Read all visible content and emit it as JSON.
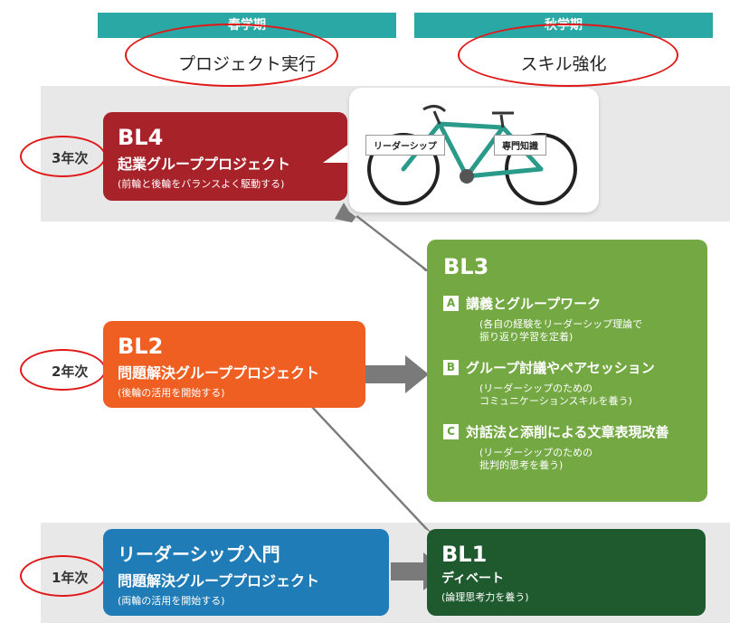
{
  "header": {
    "spring_term": "春学期",
    "autumn_term": "秋学期",
    "spring_subtitle": "プロジェクト実行",
    "autumn_subtitle": "スキル強化"
  },
  "years": {
    "y3": "3年次",
    "y2": "2年次",
    "y1": "1年次"
  },
  "bl4": {
    "title": "BL4",
    "name": "起業グループプロジェクト",
    "desc": "(前輪と後輪をバランスよく駆動する)"
  },
  "bike": {
    "front_label": "リーダーシップ",
    "rear_label": "専門知識"
  },
  "bl3": {
    "title": "BL3",
    "items": [
      {
        "badge": "A",
        "heading": "講義とグループワーク",
        "detail1": "(各自の経験をリーダーシップ理論で",
        "detail2": "振り返り学習を定着)"
      },
      {
        "badge": "B",
        "heading": "グループ討議やペアセッション",
        "detail1": "(リーダーシップのための",
        "detail2": "コミュニケーションスキルを養う)"
      },
      {
        "badge": "C",
        "heading": "対話法と添削による文章表現改善",
        "detail1": "(リーダーシップのための",
        "detail2": "批判的思考を養う)"
      }
    ]
  },
  "bl2": {
    "title": "BL2",
    "name": "問題解決グループプロジェクト",
    "desc": "(後輪の活用を開始する)"
  },
  "intro": {
    "title": "リーダーシップ入門",
    "name": "問題解決グループプロジェクト",
    "desc": "(両輪の活用を開始する)"
  },
  "bl1": {
    "title": "BL1",
    "name": "ディベート",
    "desc": "(論理思考力を養う)"
  },
  "colors": {
    "header": "#2aa8a5",
    "bl4": "#a8222a",
    "bl2": "#ef5f22",
    "bl3": "#74a843",
    "intro": "#1f7cb6",
    "bl1": "#1e5a2e",
    "arrow": "#7a7a7a",
    "ring": "#e01818"
  }
}
